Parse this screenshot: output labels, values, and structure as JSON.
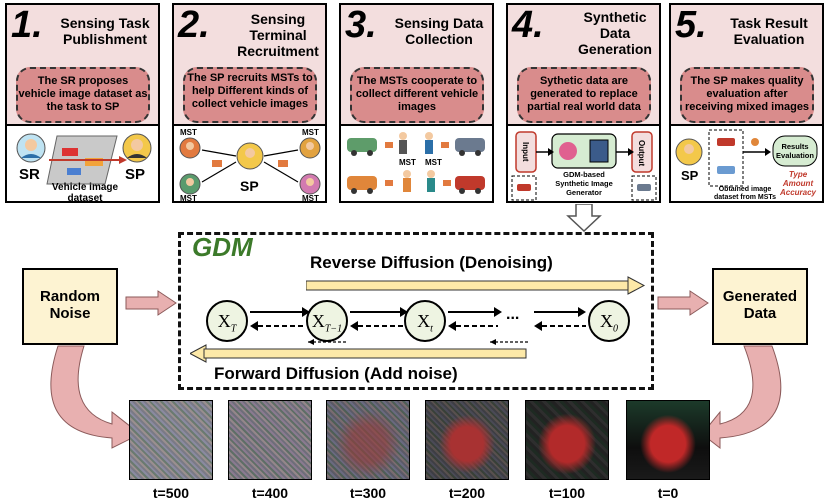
{
  "stages": [
    {
      "number": "1.",
      "title": "Sensing Task Publishment",
      "description": "The SR proposes vehicle image dataset as the task to SP",
      "labels": {
        "sr": "SR",
        "sp": "SP",
        "dataset": "Vehicle image dataset"
      }
    },
    {
      "number": "2.",
      "title": "Sensing Terminal Recruitment",
      "description": "The SP recruits MSTs to help Different kinds of collect vehicle images",
      "labels": {
        "mst": "MST",
        "sp": "SP"
      }
    },
    {
      "number": "3.",
      "title": "Sensing Data Collection",
      "description": "The MSTs cooperate to collect different vehicle images",
      "labels": {
        "mst": "MST"
      }
    },
    {
      "number": "4.",
      "title": "Synthetic Data Generation",
      "description": "Sythetic data are generated to replace partial real world data",
      "labels": {
        "input": "Input",
        "output": "Output",
        "generator": "GDM-based Synthetic Image Generator"
      }
    },
    {
      "number": "5.",
      "title": "Task Result Evaluation",
      "description": "The SP makes quality evaluation after receiving mixed images",
      "labels": {
        "sp": "SP",
        "obtained": "Obtained image dataset from MSTs",
        "results": "Results Evaluation",
        "metrics": "Type Amount Accuracy"
      }
    }
  ],
  "gdm": {
    "title": "GDM",
    "reverse": "Reverse Diffusion (Denoising)",
    "forward": "Forward Diffusion (Add noise)",
    "nodes": [
      {
        "base": "X",
        "sub": "T"
      },
      {
        "base": "X",
        "sub": "T−1"
      },
      {
        "base": "X",
        "sub": "t"
      },
      {
        "base": "X",
        "sub": "0"
      }
    ],
    "ellipsis": "..."
  },
  "random_noise": "Random Noise",
  "generated_data": "Generated Data",
  "timesteps": [
    "t=500",
    "t=400",
    "t=300",
    "t=200",
    "t=100",
    "t=0"
  ],
  "colors": {
    "stage_header": "#f3dede",
    "desc_box": "#d98c8c",
    "gdm_title": "#3c7a2a",
    "side_box": "#fdf3d2",
    "arrow_pink": "#e8b0b0",
    "node_fill": "#eef4e2"
  }
}
